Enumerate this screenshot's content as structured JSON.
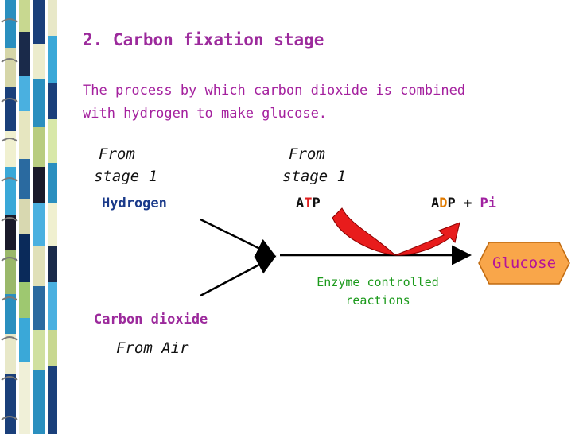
{
  "slide": {
    "title": "2. Carbon fixation stage",
    "description_line1": "The process by which carbon dioxide is combined",
    "description_line2": "with hydrogen to make glucose."
  },
  "inputs": {
    "hydrogen_source_line1": "From",
    "hydrogen_source_line2": "stage 1",
    "hydrogen_label": "Hydrogen",
    "atp_source_line1": "From",
    "atp_source_line2": "stage 1",
    "atp_parts": [
      "A",
      "T",
      "P"
    ],
    "carbon_dioxide_label": "Carbon dioxide",
    "carbon_dioxide_source": "From Air"
  },
  "outputs": {
    "adp_parts": [
      "A",
      "D",
      "P",
      " + ",
      "Pi"
    ],
    "glucose_label": "Glucose"
  },
  "process": {
    "enzyme_line1": "Enzyme controlled",
    "enzyme_line2": "reactions"
  },
  "colors": {
    "title": "#9c2a9c",
    "hydrogen": "#1a3a8a",
    "enzyme": "#1c9a1c",
    "atp_arrow": "#e81c1c",
    "glucose_fill": "#f9a64a",
    "glucose_text": "#b5139a"
  }
}
